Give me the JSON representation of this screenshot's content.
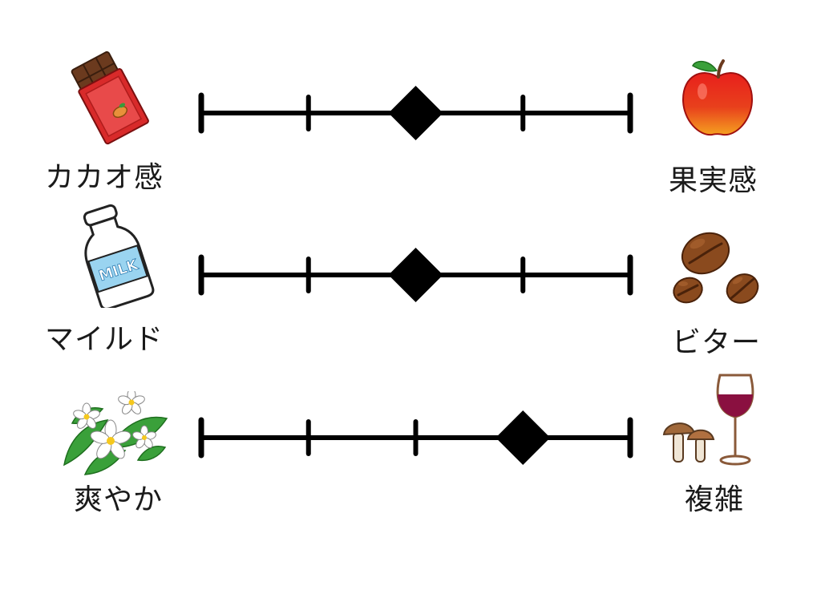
{
  "rows": [
    {
      "left_label": "カカオ感",
      "right_label": "果実感",
      "left_icon": "chocolate-bar-icon",
      "right_icon": "apple-icon",
      "value": 2
    },
    {
      "left_label": "マイルド",
      "right_label": "ビター",
      "left_icon": "milk-bottle-icon",
      "right_icon": "coffee-beans-icon",
      "value": 2
    },
    {
      "left_label": "爽やか",
      "right_label": "複雑",
      "left_icon": "white-flowers-icon",
      "right_icon": "mushroom-wine-icon",
      "value": 3
    }
  ],
  "scale": {
    "min": 0,
    "max": 4
  },
  "colors": {
    "line": "#000000",
    "marker": "#000000"
  },
  "milk_text": "MILK"
}
